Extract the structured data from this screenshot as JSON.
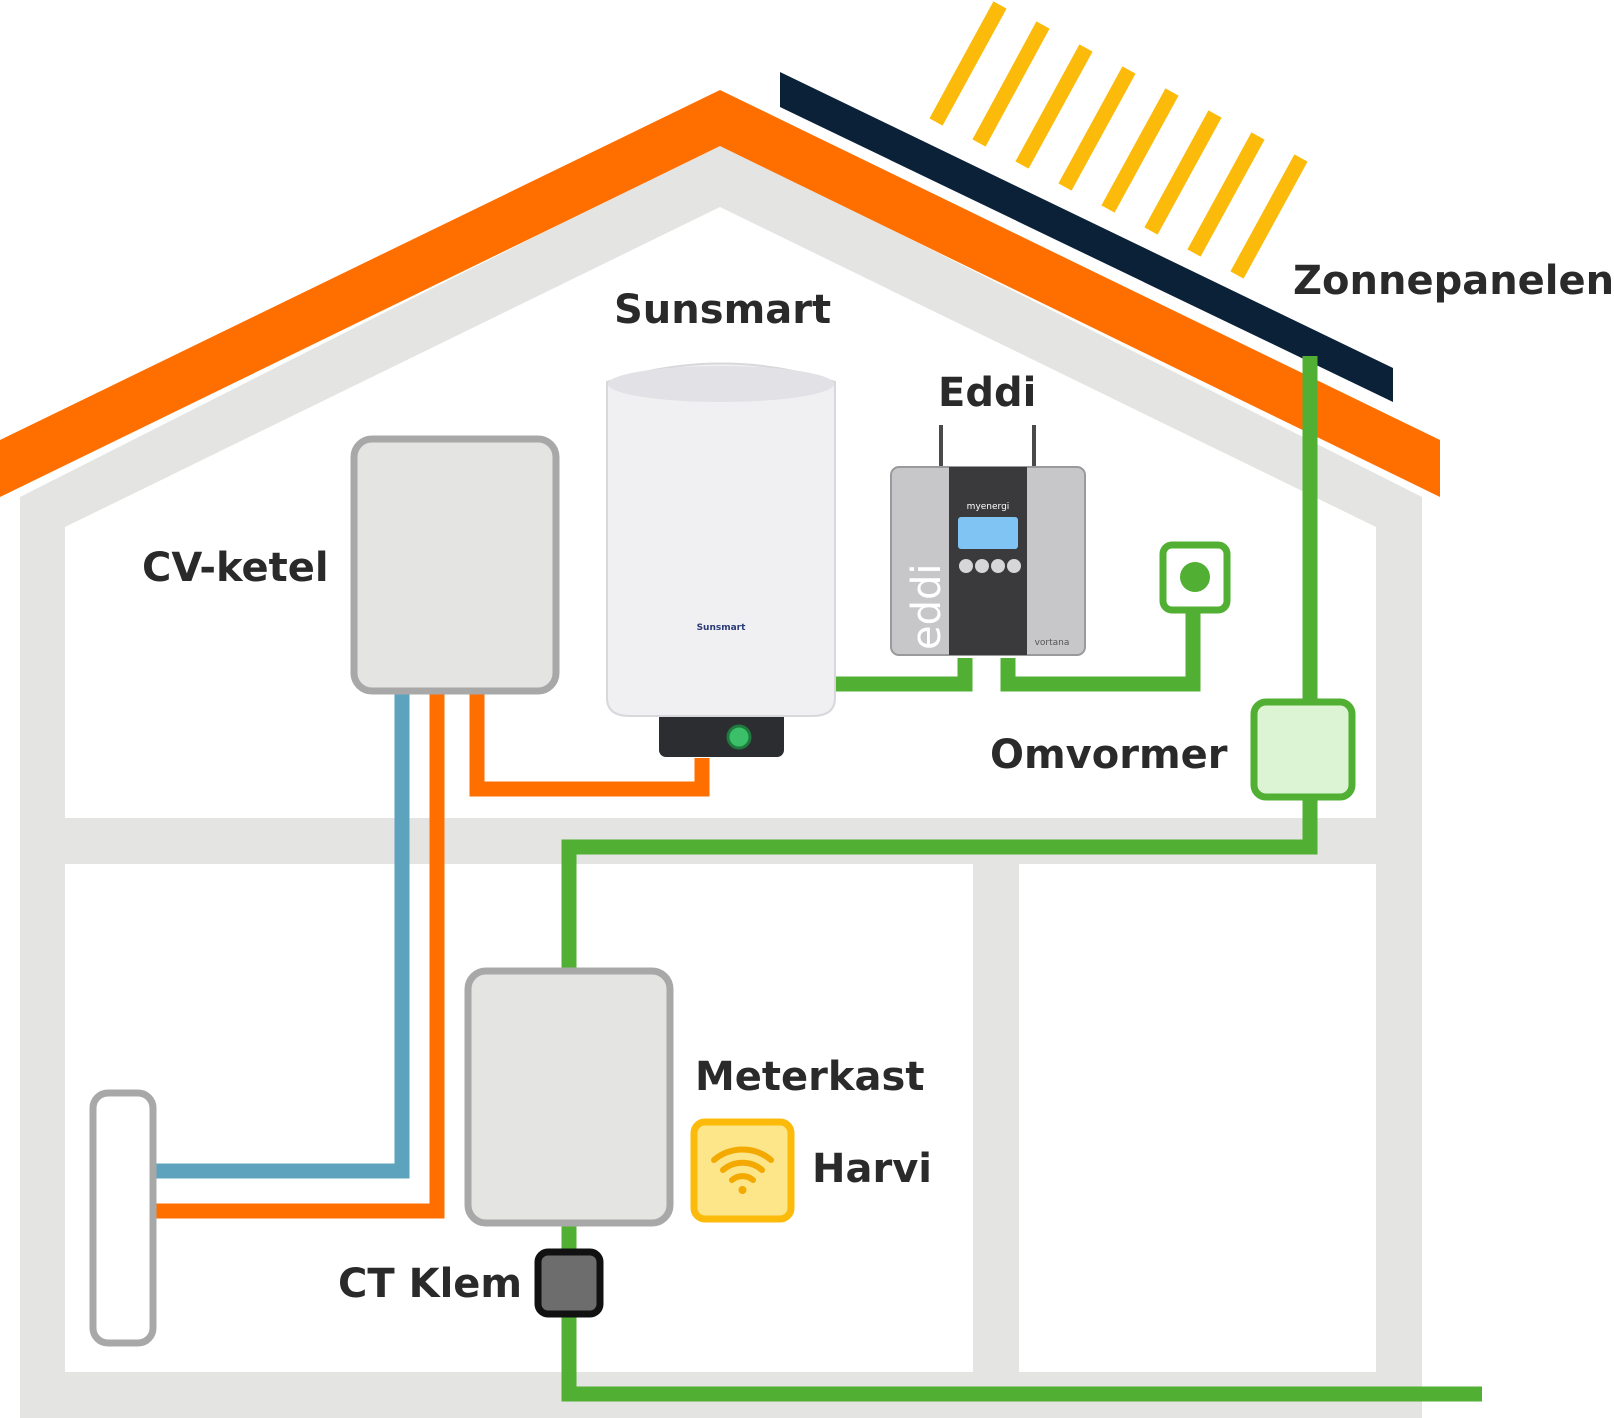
{
  "labels": {
    "solar_panels": "Zonnepanelen",
    "sunsmart": "Sunsmart",
    "eddi": "Eddi",
    "boiler_cv": "CV-ketel",
    "inverter": "Omvormer",
    "meter_cabinet": "Meterkast",
    "harvi": "Harvi",
    "ct_clamp": "CT Klem"
  },
  "device_text": {
    "boiler_brand": "Sunsmart",
    "eddi_brand": "myenergi",
    "eddi_logo": "eddi",
    "eddi_maker": "vortana"
  },
  "icons": {
    "wifi": "wifi-icon",
    "socket": "power-socket-icon"
  },
  "colors": {
    "roof": "#ff6f00",
    "house_wall": "#e4e4e2",
    "solar_panel": "#0b2138",
    "sun_rays": "#fcbb0a",
    "electric_line": "#51b033",
    "hot_water": "#ff6f00",
    "cold_water": "#5ea3bd",
    "box_border": "#a8a8a8",
    "inverter_fill": "#dcf4d4",
    "harvi_fill": "#fde68a",
    "harvi_border": "#fcbb0a"
  }
}
